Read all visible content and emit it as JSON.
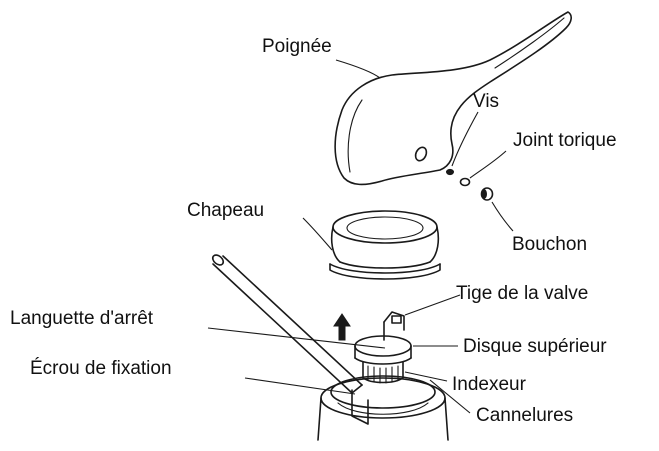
{
  "diagram": {
    "labels": {
      "poignee": "Poignée",
      "vis": "Vis",
      "joint_torique": "Joint torique",
      "bouchon": "Bouchon",
      "chapeau": "Chapeau",
      "tige_valve": "Tige de la valve",
      "languette_arret": "Languette d'arrêt",
      "disque_superieur": "Disque supérieur",
      "ecrou_fixation": "Écrou de fixation",
      "indexeur": "Indexeur",
      "cannelures": "Cannelures"
    },
    "colors": {
      "ink": "#1a1a1a",
      "background": "#ffffff"
    }
  }
}
